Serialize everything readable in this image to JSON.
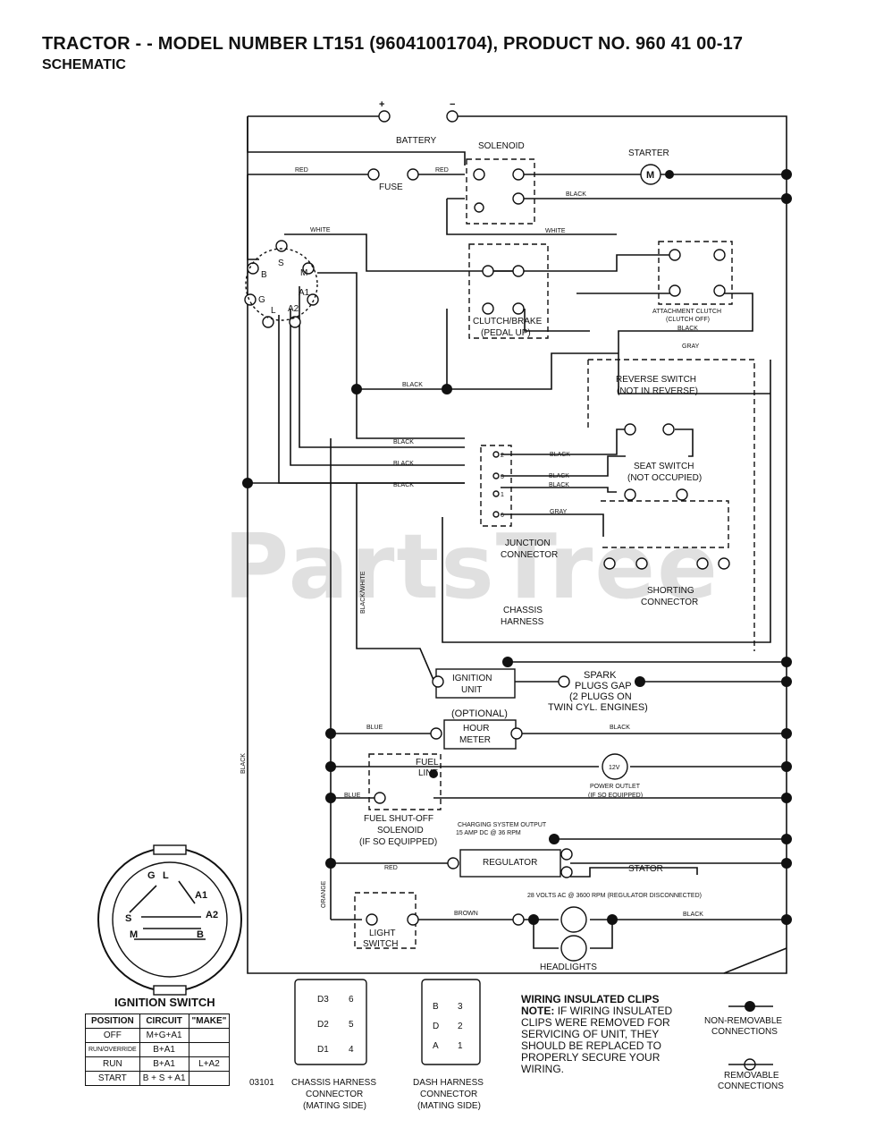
{
  "header": {
    "title": "TRACTOR - - MODEL NUMBER LT151 (96041001704), PRODUCT NO. 960 41 00-17",
    "subtitle": "SCHEMATIC"
  },
  "watermark": "PartsTree",
  "components": {
    "battery": "BATTERY",
    "battery_plus": "+",
    "battery_minus": "−",
    "solenoid": "SOLENOID",
    "starter": "STARTER",
    "starter_motor": "M",
    "fuse": "FUSE",
    "clutch_brake_1": "CLUTCH/BRAKE",
    "clutch_brake_2": "(PEDAL UP)",
    "attachment_clutch_1": "ATTACHMENT CLUTCH",
    "attachment_clutch_2": "(CLUTCH OFF)",
    "reverse_switch_1": "REVERSE SWITCH",
    "reverse_switch_2": "(NOT IN REVERSE)",
    "seat_switch_1": "SEAT SWITCH",
    "seat_switch_2": "(NOT OCCUPIED)",
    "junction_connector_1": "JUNCTION",
    "junction_connector_2": "CONNECTOR",
    "chassis_harness_1": "CHASSIS",
    "chassis_harness_2": "HARNESS",
    "shorting_connector_1": "SHORTING",
    "shorting_connector_2": "CONNECTOR",
    "ignition_unit_1": "IGNITION",
    "ignition_unit_2": "UNIT",
    "spark_1": "SPARK",
    "spark_2": "PLUGS GAP",
    "spark_3": "(2 PLUGS ON",
    "spark_4": "TWIN CYL. ENGINES)",
    "optional": "(OPTIONAL)",
    "hour_meter_1": "HOUR",
    "hour_meter_2": "METER",
    "fuel_line_1": "FUEL",
    "fuel_line_2": "LINE",
    "power_outlet_v": "12V",
    "power_outlet_1": "POWER OUTLET",
    "power_outlet_2": "(IF SO EQUIPPED)",
    "fuel_shutoff_1": "FUEL SHUT-OFF",
    "fuel_shutoff_2": "SOLENOID",
    "fuel_shutoff_3": "(IF SO EQUIPPED)",
    "charging_1": "CHARGING SYSTEM OUTPUT",
    "charging_2": "15 AMP DC @ 36 RPM",
    "regulator": "REGULATOR",
    "stator": "STATOR",
    "stator_note": "28 VOLTS AC @ 3600 RPM (REGULATOR DISCONNECTED)",
    "light_switch_1": "LIGHT",
    "light_switch_2": "SWITCH",
    "headlights": "HEADLIGHTS"
  },
  "switch_terminals": {
    "b": "B",
    "s": "S",
    "m": "M",
    "g": "G",
    "a1": "A1",
    "l": "L",
    "a2": "A2"
  },
  "junction_pins": {
    "p2": "2",
    "p3": "3",
    "p1": "1",
    "p6": "6"
  },
  "connector_pins": {
    "chassis_d3": "D3",
    "chassis_d2": "D2",
    "chassis_d1": "D1",
    "chassis_6": "6",
    "chassis_5": "5",
    "chassis_4": "4",
    "dash_b": "B",
    "dash_d": "D",
    "dash_a": "A",
    "dash_3": "3",
    "dash_2": "2",
    "dash_1": "1"
  },
  "wires": {
    "red": "RED",
    "black": "BLACK",
    "white": "WHITE",
    "gray": "GRAY",
    "blue": "BLUE",
    "brown": "BROWN",
    "orange": "ORANGE",
    "black_white": "BLACK/WHITE"
  },
  "ignition_switch": {
    "title": "IGNITION SWITCH",
    "face_labels": {
      "g": "G",
      "l": "L",
      "a1": "A1",
      "a2": "A2",
      "s": "S",
      "m": "M",
      "b": "B"
    },
    "headers": [
      "POSITION",
      "CIRCUIT",
      "\"MAKE\""
    ],
    "rows": [
      {
        "position": "OFF",
        "circuit": "M+G+A1",
        "make": ""
      },
      {
        "position": "RUN/OVERRIDE",
        "circuit": "B+A1",
        "make": ""
      },
      {
        "position": "RUN",
        "circuit": "B+A1",
        "make": "L+A2"
      },
      {
        "position": "START",
        "circuit": "B + S + A1",
        "make": ""
      }
    ]
  },
  "diagram_code": "03101",
  "connectors": {
    "chassis_1": "CHASSIS HARNESS",
    "chassis_2": "CONNECTOR",
    "chassis_3": "(MATING SIDE)",
    "dash_1": "DASH HARNESS",
    "dash_2": "CONNECTOR",
    "dash_3": "(MATING SIDE)"
  },
  "note": {
    "heading": "WIRING INSULATED CLIPS",
    "label": "NOTE:",
    "text": "IF WIRING INSULATED CLIPS WERE REMOVED FOR SERVICING OF UNIT, THEY SHOULD BE REPLACED TO PROPERLY SECURE YOUR WIRING."
  },
  "legend": {
    "non_removable_1": "NON-REMOVABLE",
    "non_removable_2": "CONNECTIONS",
    "removable_1": "REMOVABLE",
    "removable_2": "CONNECTIONS"
  }
}
